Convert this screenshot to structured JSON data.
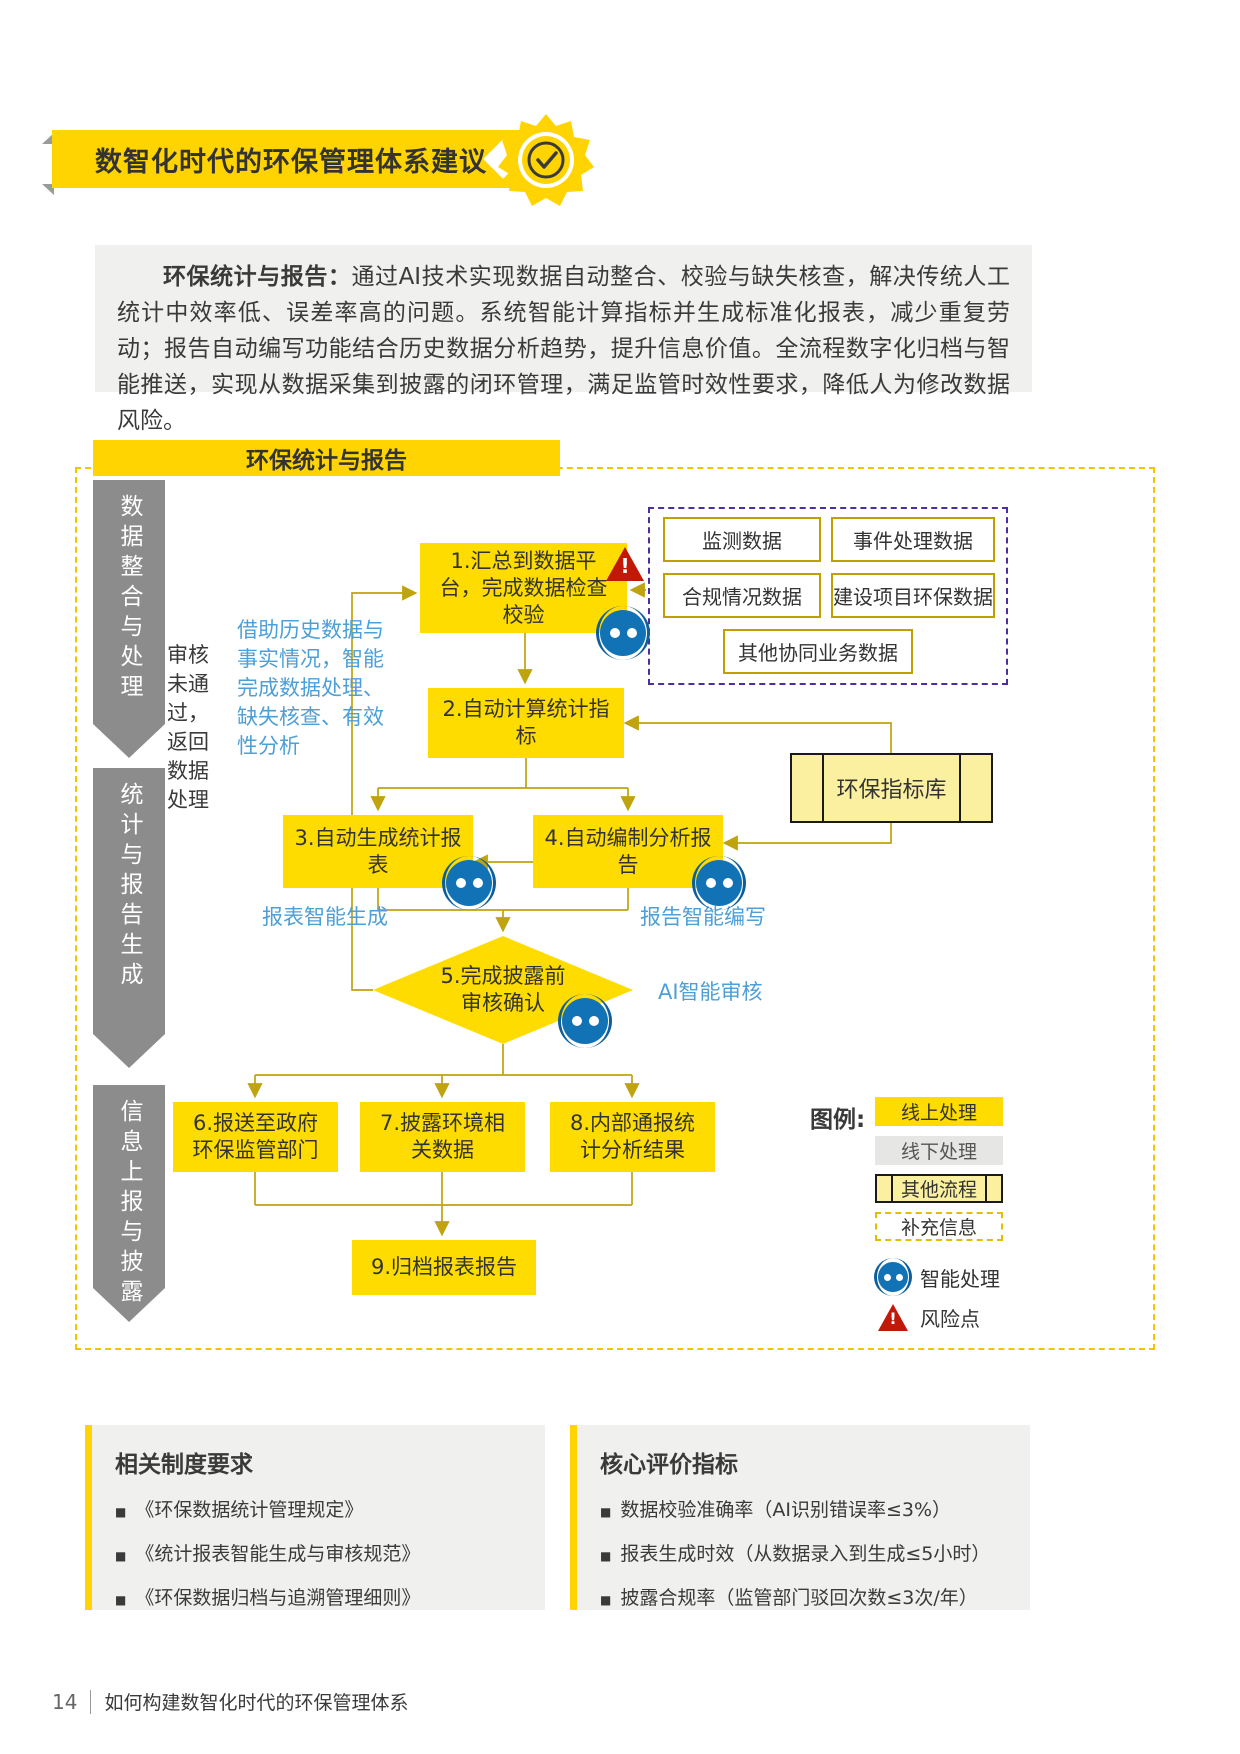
{
  "header": {
    "title": "数智化时代的环保管理体系建议"
  },
  "intro": {
    "lead": "环保统计与报告：",
    "body": "通过AI技术实现数据自动整合、校验与缺失核查，解决传统人工统计中效率低、误差率高的问题。系统智能计算指标并生成标准化报表，减少重复劳动；报告自动编写功能结合历史数据分析趋势，提升信息价值。全流程数字化归档与智能推送，实现从数据采集到披露的闭环管理，满足监管时效性要求，降低人为修改数据风险。"
  },
  "flow": {
    "title": "环保统计与报告",
    "stages": [
      "数据整合与处理",
      "统计与报告生成",
      "信息上报与披露"
    ],
    "steps": [
      "1.汇总到数据平台，完成数据检查校验",
      "2.自动计算统计指标",
      "3.自动生成统计报表",
      "4.自动编制分析报告",
      "5.完成披露前审核确认",
      "6.报送至政府环保监管部门",
      "7.披露环境相关数据",
      "8.内部通报统计分析结果",
      "9.归档报表报告"
    ],
    "sources": [
      "监测数据",
      "事件处理数据",
      "合规情况数据",
      "建设项目环保数据",
      "其他协同业务数据"
    ],
    "library": "环保指标库",
    "annotations": {
      "smart_processing": "借助历史数据与事实情况，智能完成数据处理、缺失核查、有效性分析",
      "report_generation": "报表智能生成",
      "report_writing": "报告智能编写",
      "ai_review": "AI智能审核",
      "review_fail": "审核未通过，返回数据处理"
    }
  },
  "legend": {
    "label": "图例:",
    "items": [
      "线上处理",
      "线下处理",
      "其他流程",
      "补充信息",
      "智能处理",
      "风险点"
    ]
  },
  "sections": [
    {
      "title": "相关制度要求",
      "items": [
        "《环保数据统计管理规定》",
        "《统计报表智能生成与审核规范》",
        "《环保数据归档与追溯管理细则》"
      ]
    },
    {
      "title": "核心评价指标",
      "items": [
        "数据校验准确率（AI识别错误率≤3%）",
        "报表生成时效（从数据录入到生成≤5小时）",
        "披露合规率（监管部门驳回次数≤3次/年）"
      ]
    }
  ],
  "footer": {
    "page_number": "14",
    "title": "如何构建数智化时代的环保管理体系"
  },
  "colors": {
    "accent_yellow": "#FFD400",
    "box_yellow": "#FFDC00",
    "light_yellow": "#FAF0A0",
    "line_olive": "#BFA30F",
    "robot_blue": "#1272B6",
    "note_blue": "#4D9FD6",
    "risk_red": "#C21807",
    "stage_gray": "#8C8C8C",
    "frame_purple": "#4D2E9E"
  }
}
